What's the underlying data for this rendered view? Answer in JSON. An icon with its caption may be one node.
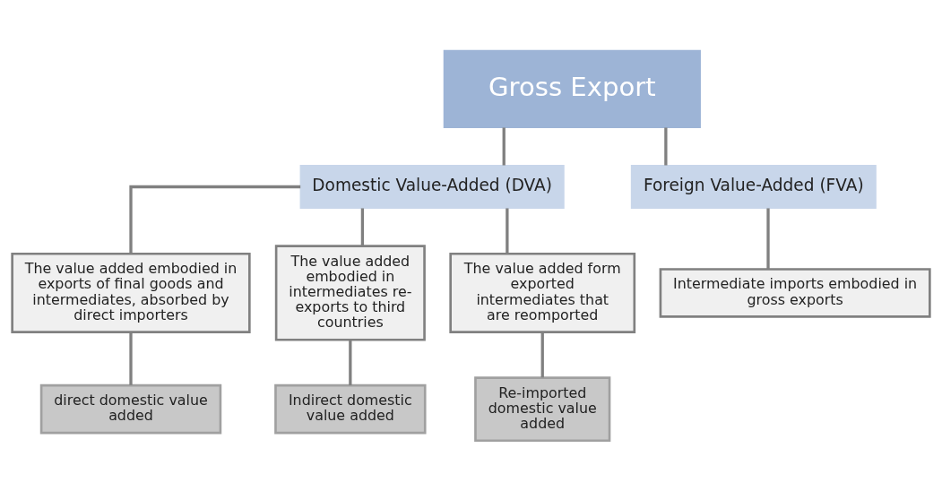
{
  "diagram": {
    "nodes": [
      {
        "text": [
          "Gross Export"
        ]
      },
      {
        "text": [
          "Domestic Value-Added (DVA)"
        ]
      },
      {
        "text": [
          "Foreign Value-Added (FVA)"
        ]
      },
      {
        "text": [
          "The value added embodied in exports of final goods and intermediates, absorbed by direct importers"
        ]
      },
      {
        "text": [
          "The value added embodied in intermediates re-exports to third countries"
        ]
      },
      {
        "text": [
          "The value added form exported intermediates that are reomported"
        ]
      },
      {
        "text": [
          "Intermediate imports embodied in gross exports"
        ]
      },
      {
        "text": [
          "direct domestic value added"
        ]
      },
      {
        "text": [
          "Indirect domestic value added"
        ]
      },
      {
        "text": [
          "Re-imported domestic value added"
        ]
      }
    ],
    "edges": [
      {
        "from": 0,
        "to": 1,
        "arrow": "none"
      },
      {
        "from": 0,
        "to": 2,
        "arrow": "none"
      },
      {
        "from": 1,
        "to": 3,
        "arrow": "none"
      },
      {
        "from": 1,
        "to": 4,
        "arrow": "none"
      },
      {
        "from": 1,
        "to": 5,
        "arrow": "none"
      },
      {
        "from": 2,
        "to": 6,
        "arrow": "none"
      },
      {
        "from": 3,
        "to": 7,
        "arrow": "none"
      },
      {
        "from": 4,
        "to": 8,
        "arrow": "none"
      },
      {
        "from": 5,
        "to": 9,
        "arrow": "none"
      }
    ]
  }
}
